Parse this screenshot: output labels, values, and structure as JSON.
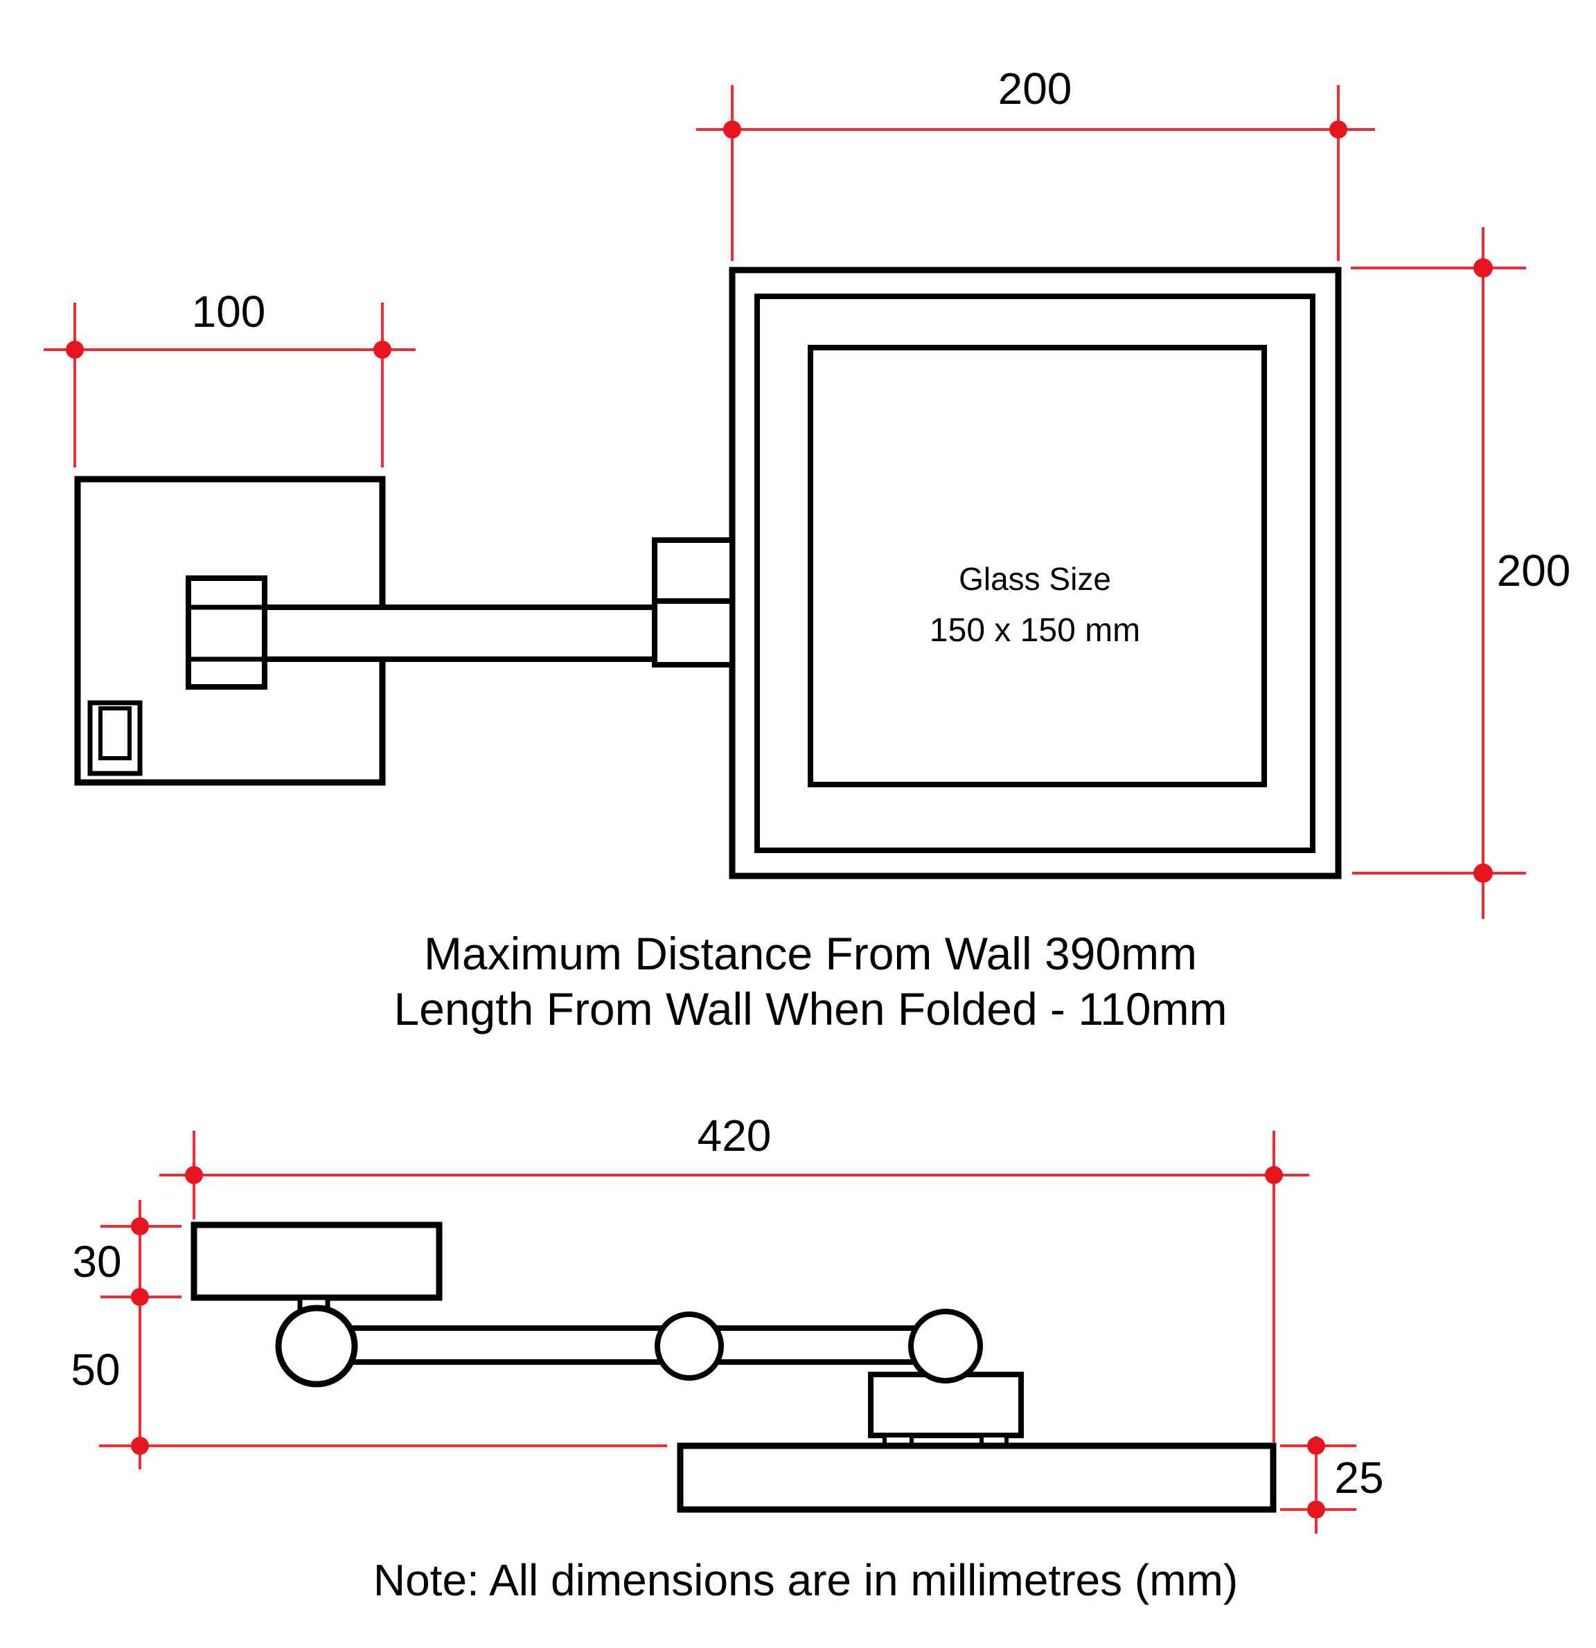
{
  "front_view": {
    "dim_width": "200",
    "dim_height": "200",
    "dim_plate_width": "100",
    "glass_label_line1": "Glass Size",
    "glass_label_line2": "150 x 150 mm"
  },
  "side_view": {
    "dim_total_length": "420",
    "dim_plate_thickness": "30",
    "dim_arm_drop": "50",
    "dim_mirror_thickness": "25"
  },
  "notes": {
    "line1": "Maximum Distance From Wall 390mm",
    "line2": "Length From Wall When Folded - 110mm",
    "footer": "Note: All dimensions are in millimetres (mm)"
  },
  "colors": {
    "dimension_red": "#ed2d35",
    "marker_red": "#e8141e",
    "line_black": "#000000"
  }
}
